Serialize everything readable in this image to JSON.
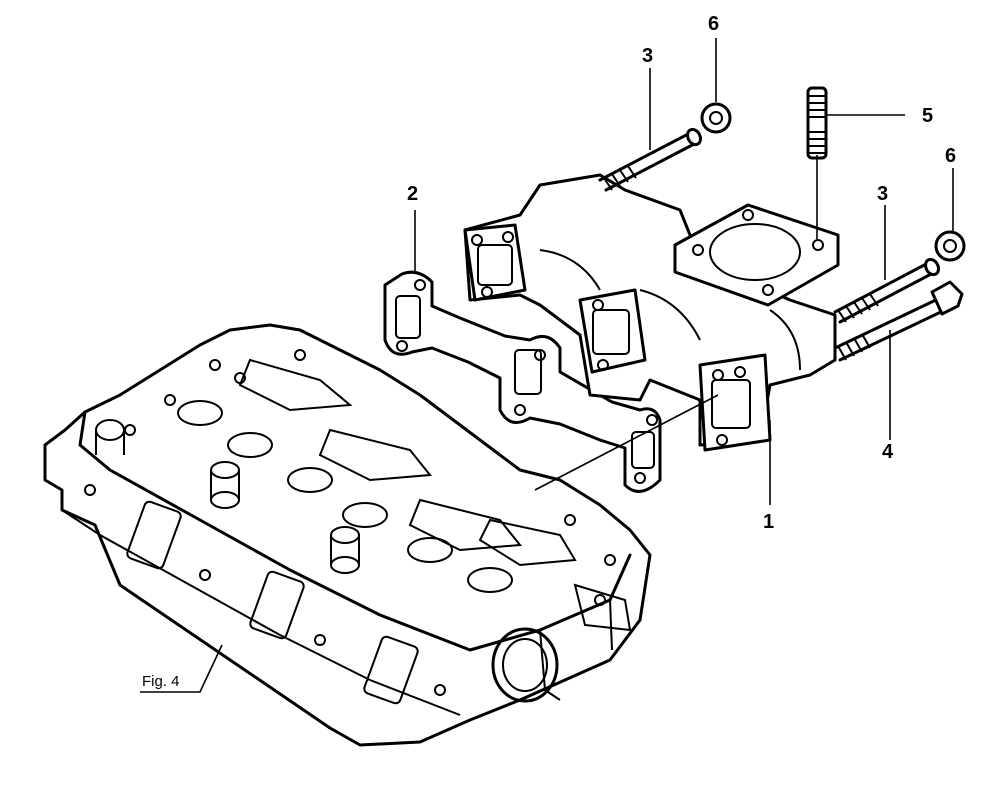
{
  "diagram": {
    "callouts": {
      "c1": "1",
      "c2": "2",
      "c3a": "3",
      "c3b": "3",
      "c4": "4",
      "c5": "5",
      "c6a": "6",
      "c6b": "6"
    },
    "fig_reference": "Fig. 4"
  }
}
